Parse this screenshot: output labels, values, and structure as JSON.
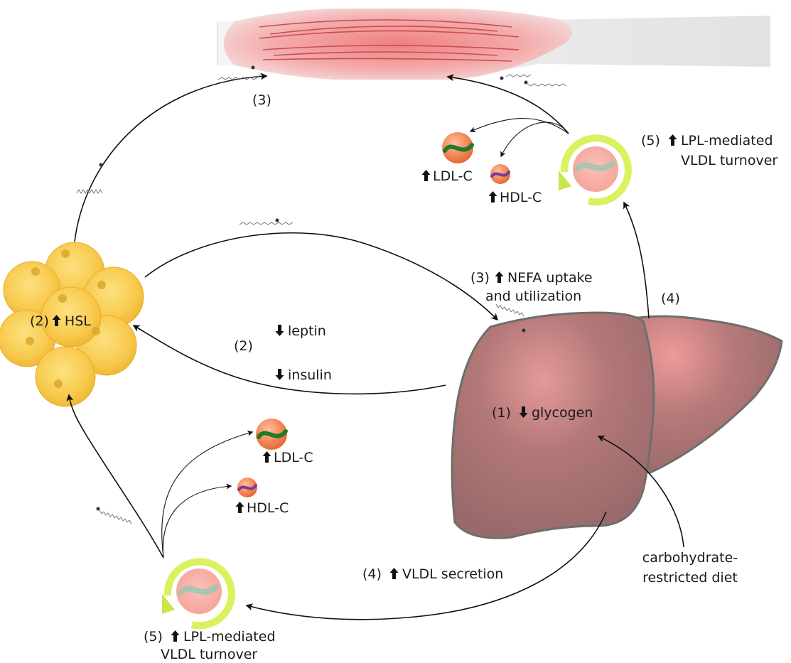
{
  "colors": {
    "liver": "#a87070",
    "liver_outline": "#6e6e6e",
    "fat_cell": "#f6c64a",
    "muscle": "#e8888a",
    "lpl_ring": "#d9f25e",
    "ldl_particle": "#f27f4d",
    "ldl_strand": "#2d8a2d",
    "hdl_strand": "#7a3a9a"
  },
  "icons": {
    "increase": "up-arrow-icon",
    "decrease": "down-arrow-icon"
  },
  "labels": {
    "muscle_step": "(3)",
    "nefa_line1": "(3)",
    "nefa_line1_text": "NEFA uptake",
    "nefa_line2": "and utilization",
    "hsl_step": "(2)",
    "hsl_text": "HSL",
    "leptin": "leptin",
    "insulin": "insulin",
    "hormone_step": "(2)",
    "glycogen_step": "(1)",
    "glycogen": "glycogen",
    "diet_line1": "carbohydrate-",
    "diet_line2": "restricted diet",
    "vldl_secretion_step": "(4)",
    "vldl_secretion": "VLDL secretion",
    "liver_out_step": "(4)",
    "lpl_top_step": "(5)",
    "lpl_top_line1": "LPL-mediated",
    "lpl_top_line2": "VLDL turnover",
    "lpl_bottom_step": "(5)",
    "lpl_bottom_line1": "LPL-mediated",
    "lpl_bottom_line2": "VLDL turnover",
    "ldl_top": "LDL-C",
    "hdl_top": "HDL-C",
    "ldl_bottom": "LDL-C",
    "hdl_bottom": "HDL-C"
  }
}
